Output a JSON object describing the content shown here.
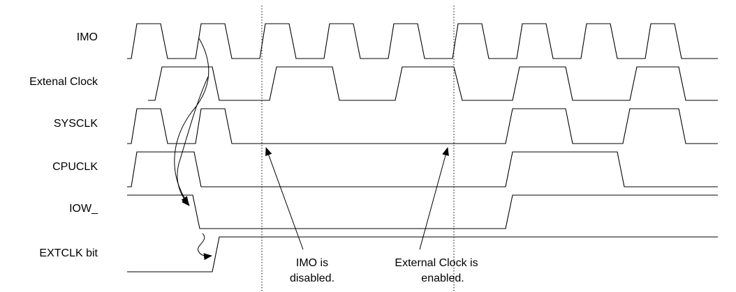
{
  "signals": [
    {
      "id": "imo",
      "label": "IMO"
    },
    {
      "id": "extclk",
      "label": "Extenal Clock"
    },
    {
      "id": "sysclk",
      "label": "SYSCLK"
    },
    {
      "id": "cpuclk",
      "label": "CPUCLK"
    },
    {
      "id": "iow",
      "label": "IOW_"
    },
    {
      "id": "extclkbit",
      "label": "EXTCLK bit"
    }
  ],
  "annotations": [
    {
      "id": "imo-disabled",
      "lines": [
        "IMO is",
        "disabled."
      ]
    },
    {
      "id": "ext-enabled",
      "lines": [
        "External Clock is",
        "enabled."
      ]
    }
  ]
}
